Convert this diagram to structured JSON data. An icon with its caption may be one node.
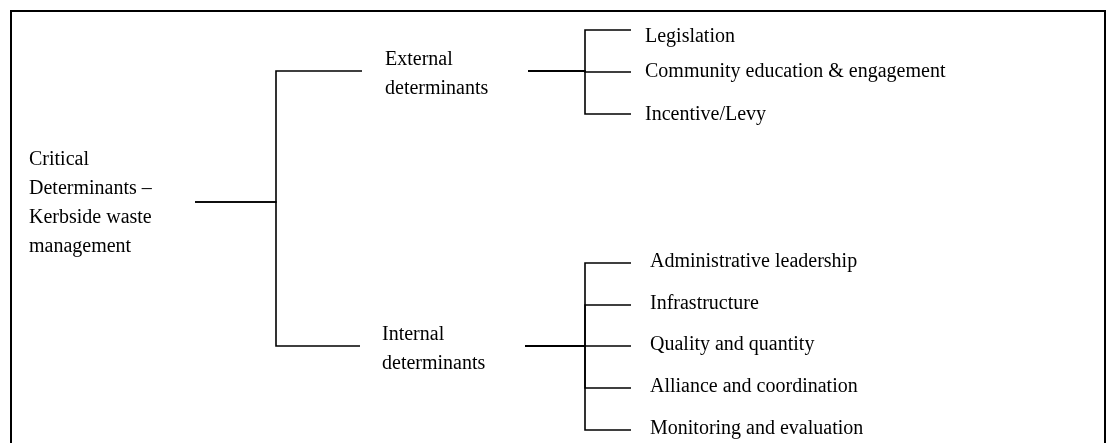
{
  "diagram": {
    "nodes": [
      {
        "text": [
          "Critical Determinants – Kerbside waste management"
        ]
      },
      {
        "text": [
          "External determinants"
        ]
      },
      {
        "text": [
          "Internal determinants"
        ]
      },
      {
        "text": [
          "Legislation"
        ]
      },
      {
        "text": [
          "Community education & engagement"
        ]
      },
      {
        "text": [
          "Incentive/Levy"
        ]
      },
      {
        "text": [
          "Administrative leadership"
        ]
      },
      {
        "text": [
          "Infrastructure"
        ]
      },
      {
        "text": [
          "Quality and quantity"
        ]
      },
      {
        "text": [
          "Alliance and coordination"
        ]
      },
      {
        "text": [
          "Monitoring and evaluation"
        ]
      }
    ],
    "edges": [
      {
        "from": 0,
        "to": 1,
        "arrow": "none"
      },
      {
        "from": 0,
        "to": 2,
        "arrow": "none"
      },
      {
        "from": 1,
        "to": 3,
        "arrow": "none"
      },
      {
        "from": 1,
        "to": 4,
        "arrow": "none"
      },
      {
        "from": 1,
        "to": 5,
        "arrow": "none"
      },
      {
        "from": 2,
        "to": 6,
        "arrow": "none"
      },
      {
        "from": 2,
        "to": 7,
        "arrow": "none"
      },
      {
        "from": 2,
        "to": 8,
        "arrow": "none"
      },
      {
        "from": 2,
        "to": 9,
        "arrow": "none"
      },
      {
        "from": 2,
        "to": 10,
        "arrow": "none"
      }
    ]
  }
}
